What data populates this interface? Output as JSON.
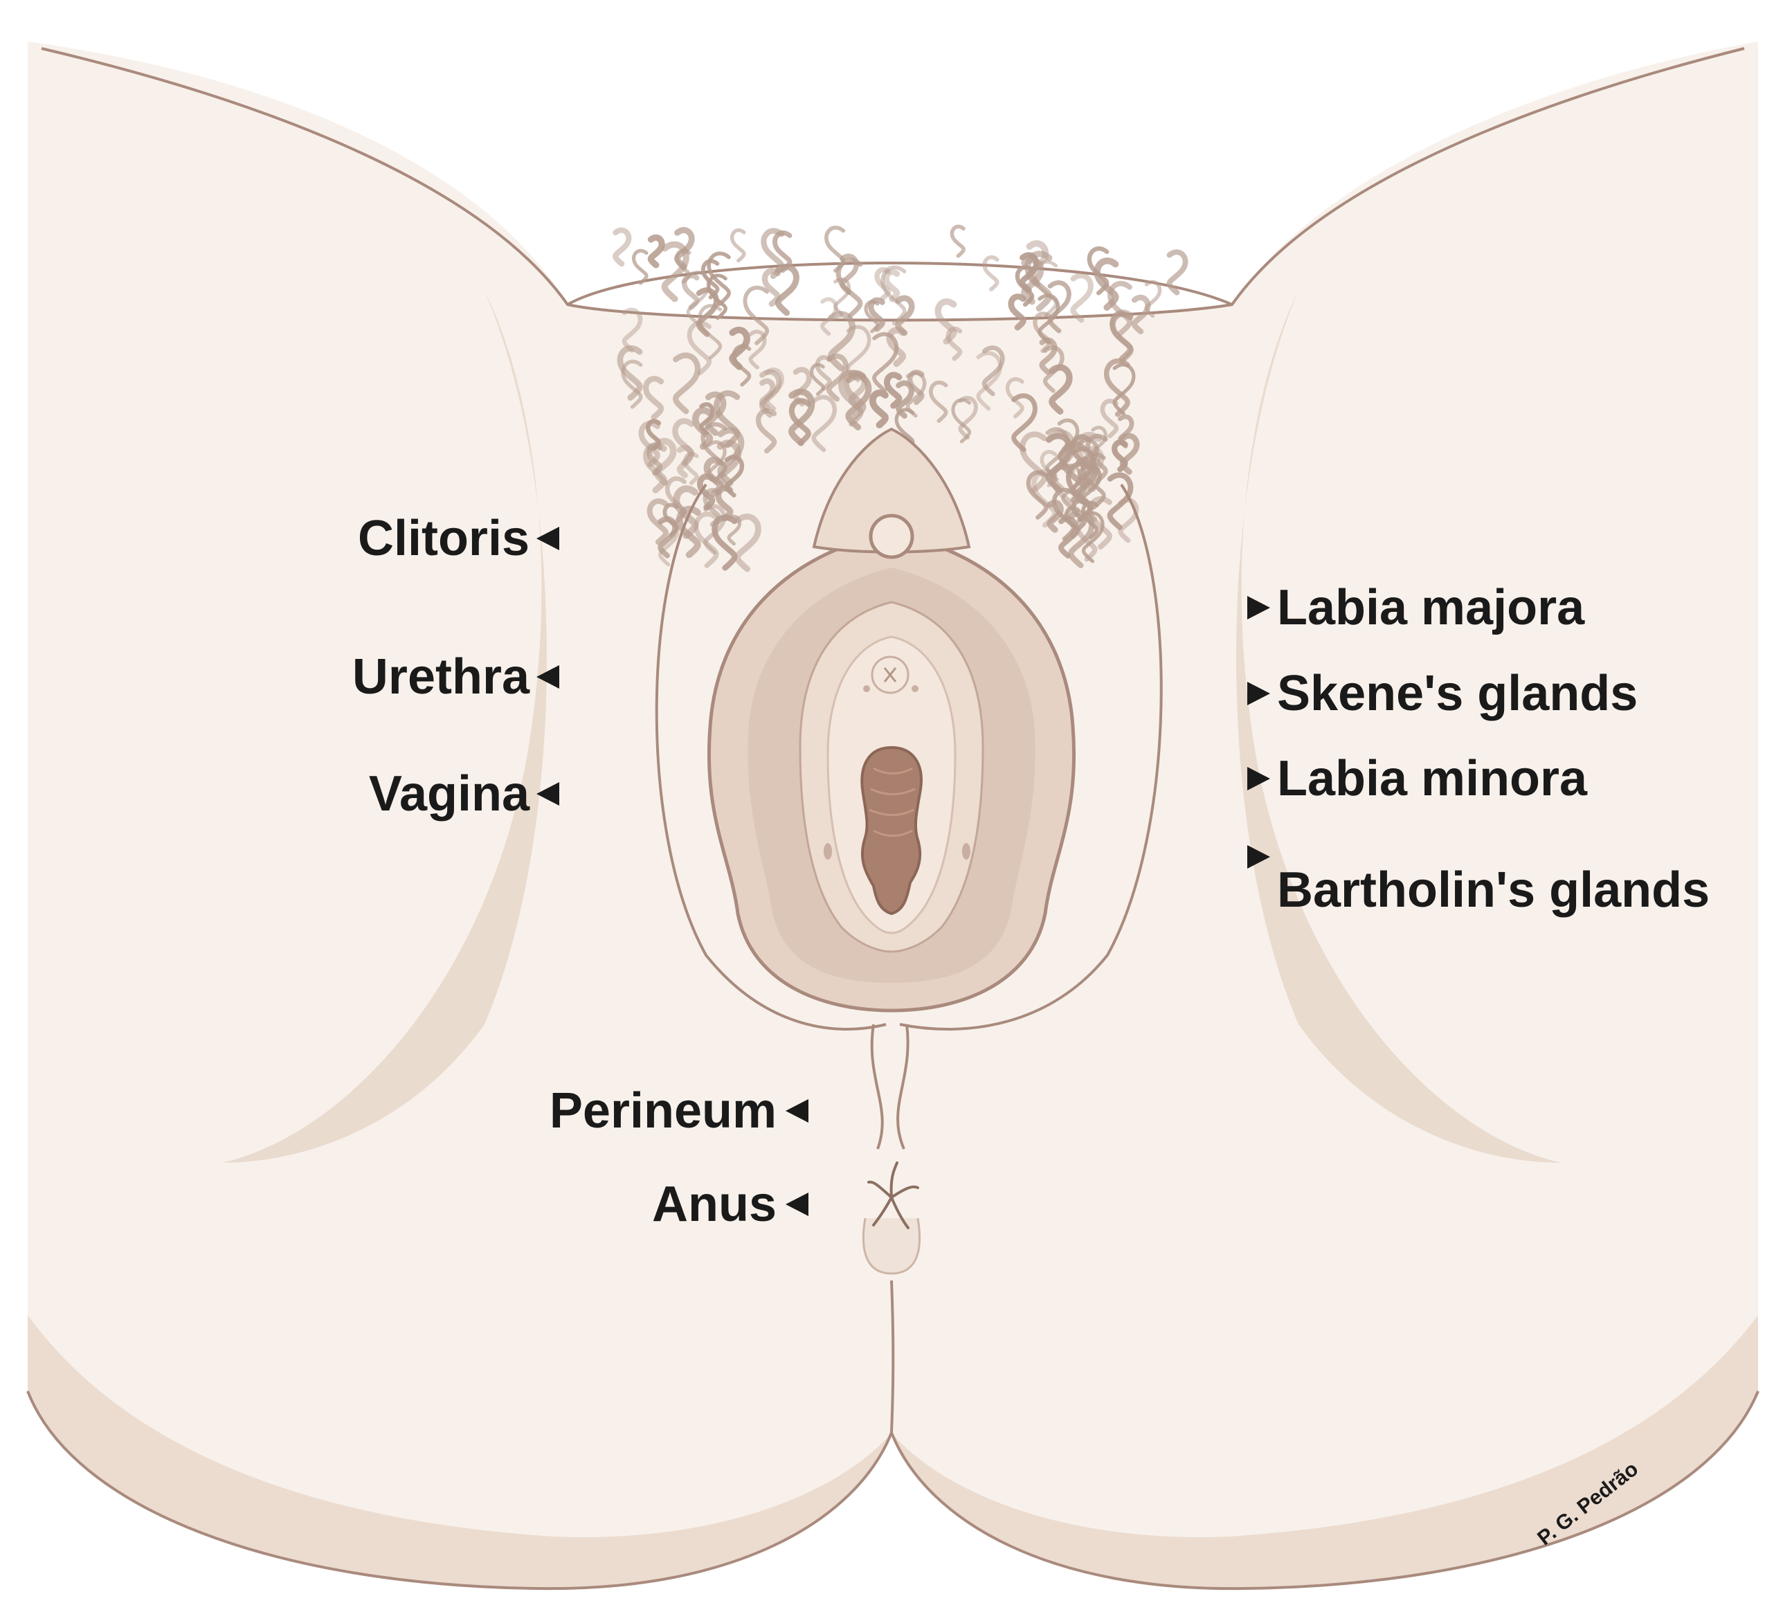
{
  "labels": {
    "clitoris": "Clitoris",
    "urethra": "Urethra",
    "vagina": "Vagina",
    "perineum": "Perineum",
    "anus": "Anus",
    "labia_majora": "Labia majora",
    "skenes_glands": "Skene's glands",
    "labia_minora": "Labia minora",
    "bartholins_glands": "Bartholin's glands"
  },
  "credit": "P. G. Pedrão",
  "colors": {
    "skin_light": "#f8f1eb",
    "skin_shadow": "#eadbcf",
    "skin_mid": "#dcc6b8",
    "outline": "#a98a7d",
    "hair": "#b59c8f",
    "vagina_inner": "#a9806d",
    "text": "#1a1a1a"
  }
}
